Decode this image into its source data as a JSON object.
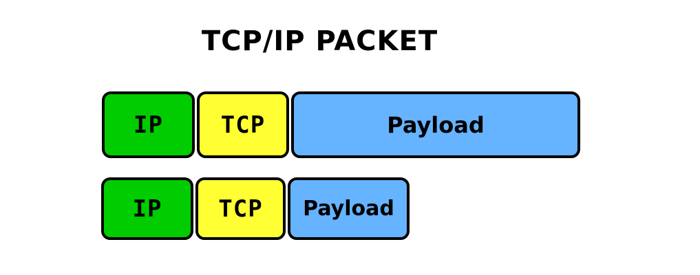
{
  "diagram": {
    "title": "TCP/IP PACKET",
    "background_color": "#FFFFFF",
    "border_color": "#000000",
    "colors": {
      "ip": "#00CC00",
      "tcp": "#FFFF33",
      "payload": "#66B3FF"
    },
    "rows": [
      {
        "id": "row-full",
        "name": "packet-large-payload",
        "fields": [
          {
            "label": "IP",
            "color": "#00CC00"
          },
          {
            "label": "TCP",
            "color": "#FFFF33"
          },
          {
            "label": "Payload",
            "color": "#66B3FF"
          }
        ]
      },
      {
        "id": "row-small",
        "name": "packet-small-payload",
        "fields": [
          {
            "label": "IP",
            "color": "#00CC00"
          },
          {
            "label": "TCP",
            "color": "#FFFF33"
          },
          {
            "label": "Payload",
            "color": "#66B3FF"
          }
        ]
      }
    ]
  }
}
